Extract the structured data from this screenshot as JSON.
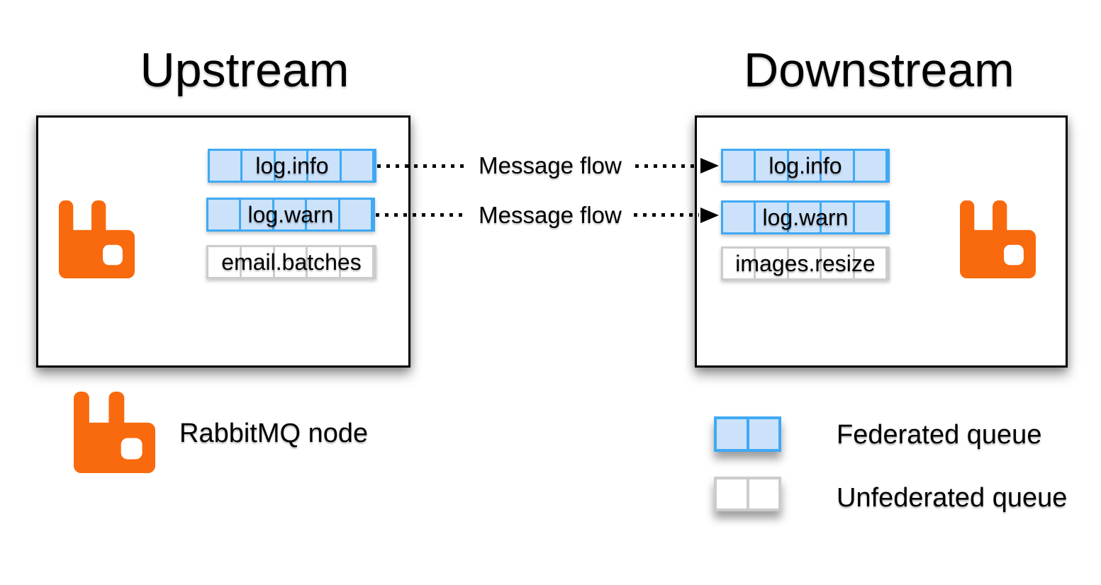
{
  "upstream": {
    "title": "Upstream",
    "queues": [
      {
        "label": "log.info",
        "type": "federated"
      },
      {
        "label": "log.warn",
        "type": "federated"
      },
      {
        "label": "email.batches",
        "type": "unfederated"
      }
    ]
  },
  "downstream": {
    "title": "Downstream",
    "queues": [
      {
        "label": "log.info",
        "type": "federated"
      },
      {
        "label": "log.warn",
        "type": "federated"
      },
      {
        "label": "images.resize",
        "type": "unfederated"
      }
    ]
  },
  "flows": [
    {
      "label": "Message flow"
    },
    {
      "label": "Message flow"
    }
  ],
  "legend": {
    "node": {
      "icon": "rabbitmq-icon",
      "label": "RabbitMQ node"
    },
    "federated": {
      "icon": "federated-queue-swatch",
      "label": "Federated queue"
    },
    "unfederated": {
      "icon": "unfederated-queue-swatch",
      "label": "Unfederated queue"
    }
  },
  "colors": {
    "rabbit_orange": "#F86A0D",
    "federated_border": "#3FA9F4",
    "federated_fill": "#CCE2FA",
    "unfederated_border": "#CCCCCC",
    "unfederated_fill": "#FFFFFF",
    "line_color": "#000000"
  }
}
